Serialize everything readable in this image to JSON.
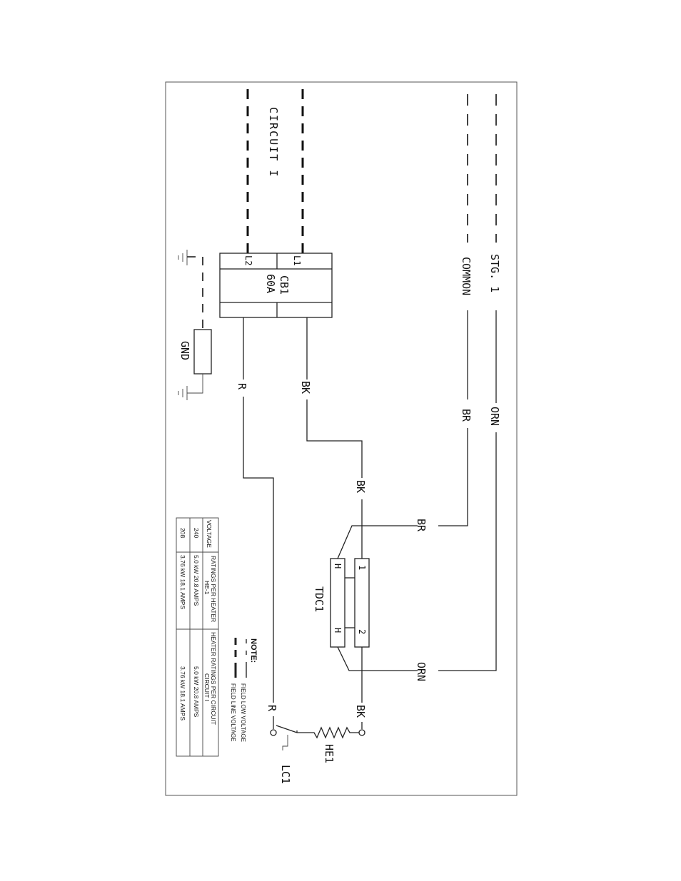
{
  "circuit_label": "CIRCUIT I",
  "breaker": {
    "name": "CB1",
    "rating": "60A",
    "terminal_1": "L1",
    "terminal_2": "L2"
  },
  "ground_label": "GND",
  "stage_label": "STG. 1",
  "common_label": "COMMON",
  "wires": {
    "orange": "ORN",
    "brown": "BR",
    "black": "BK",
    "red": "R"
  },
  "tdc": {
    "name": "TDC1",
    "pin_1": "1",
    "pin_2": "2",
    "heater_a": "H",
    "heater_b": "H"
  },
  "heater_element": "HE1",
  "limit_control": "LC1",
  "note": {
    "title": "NOTE:",
    "low_voltage": "FIELD LOW VOLTAGE",
    "line_voltage": "FIELD LINE VOLTAGE"
  },
  "ratings_table": {
    "header_voltage": "VOLTAGE",
    "header_per_heater": "RATINGS PER HEATER",
    "sub_per_heater": "HE-1",
    "header_per_circuit": "HEATER RATINGS PER CIRCUIT",
    "sub_per_circuit": "CIRCUIT I",
    "rows": [
      {
        "voltage": "240",
        "per_heater": "5.0 kW 20.8 AMPS",
        "per_circuit": "5.0 kW 20.8 AMPS"
      },
      {
        "voltage": "208",
        "per_heater": "3.76 kW 18.1 AMPS",
        "per_circuit": "3.76 kW 18.1 AMPS"
      }
    ]
  }
}
